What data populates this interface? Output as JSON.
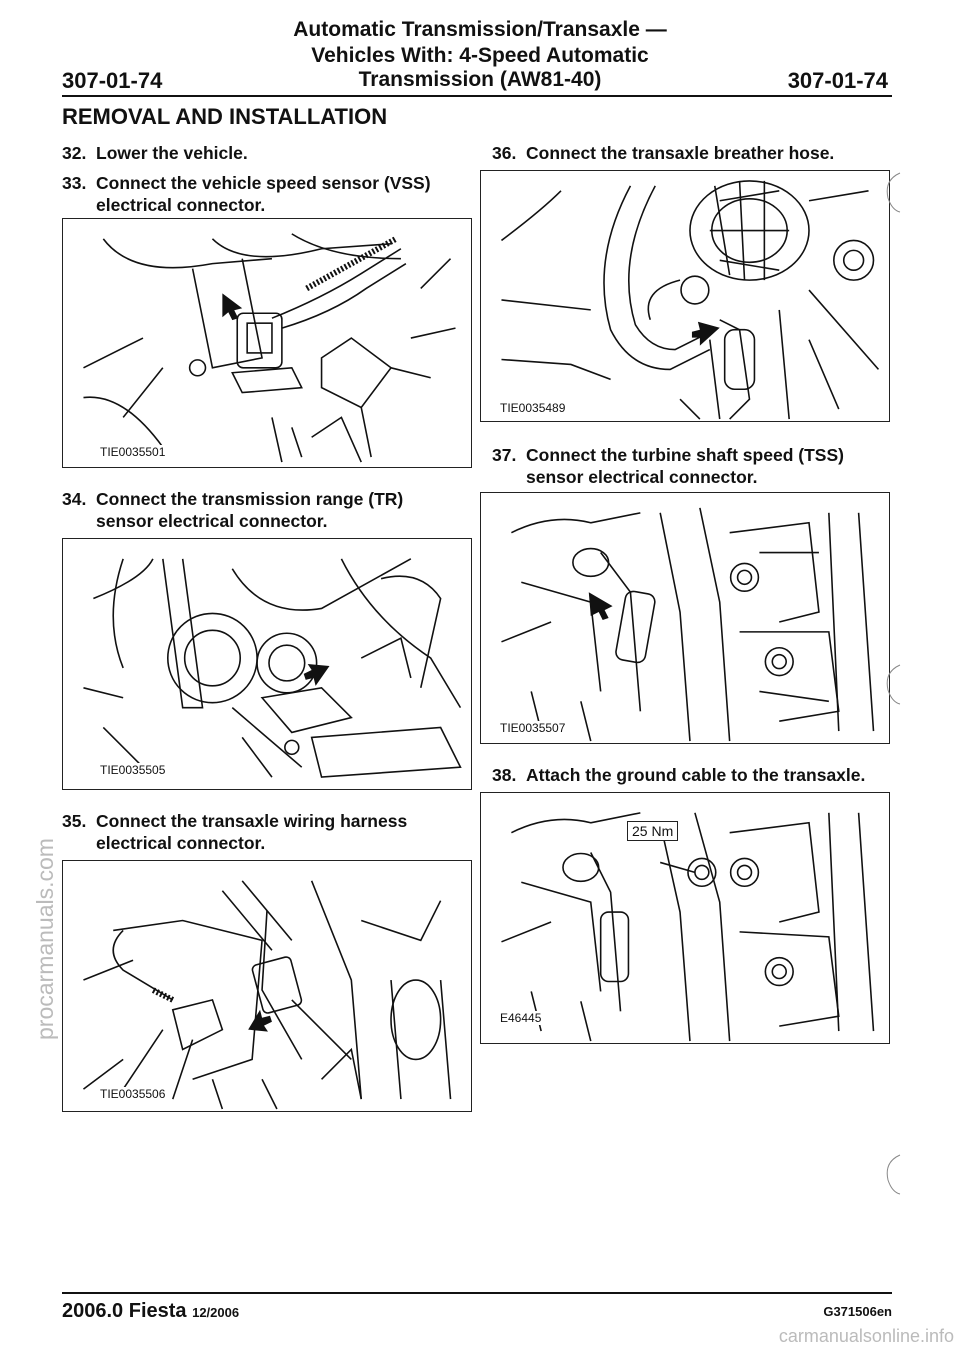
{
  "header": {
    "title_line1": "Automatic Transmission/Transaxle —",
    "title_line2": "Vehicles With: 4-Speed Automatic",
    "title_line3": "Transmission (AW81-40)",
    "page_left": "307-01-74",
    "page_right": "307-01-74"
  },
  "section_title": "REMOVAL AND INSTALLATION",
  "steps": [
    {
      "num": "32.",
      "line1": "Lower the vehicle.",
      "line2": ""
    },
    {
      "num": "33.",
      "line1": "Connect the vehicle speed sensor (VSS)",
      "line2": "electrical connector."
    },
    {
      "num": "34.",
      "line1": "Connect the transmission range (TR)",
      "line2": "sensor electrical connector."
    },
    {
      "num": "35.",
      "line1": "Connect the transaxle wiring harness",
      "line2": "electrical connector."
    },
    {
      "num": "36.",
      "line1": "Connect the transaxle breather hose.",
      "line2": ""
    },
    {
      "num": "37.",
      "line1": "Connect the turbine shaft speed (TSS)",
      "line2": "sensor electrical connector."
    },
    {
      "num": "38.",
      "line1": "Attach the ground cable to the transaxle.",
      "line2": ""
    }
  ],
  "figures": {
    "vss": "TIE0035501",
    "tr": "TIE0035505",
    "harness": "TIE0035506",
    "breather": "TIE0035489",
    "tss": "TIE0035507",
    "ground": "E46445"
  },
  "torque_label": "25 Nm",
  "footer": {
    "model": "2006.0 Fiesta",
    "date": "12/2006",
    "code": "G371506en"
  },
  "watermarks": {
    "left": "procarmanuals.com",
    "bottom": "carmanualsonline.info"
  }
}
